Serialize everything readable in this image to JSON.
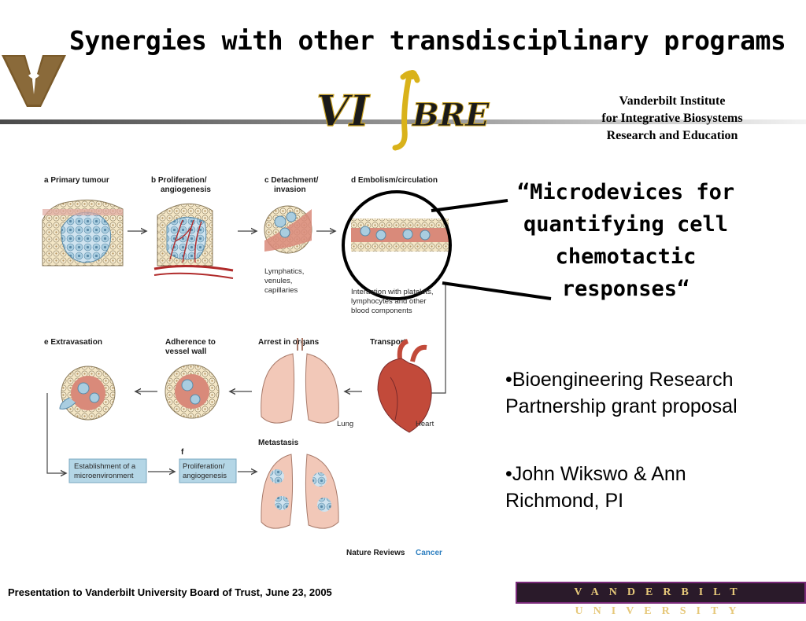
{
  "slide": {
    "title": "Synergies with other transdisciplinary programs",
    "institute": [
      "Vanderbilt Institute",
      "for Integrative Biosystems",
      "Research and Education"
    ],
    "quote": "“Microdevices for quantifying cell chemotactic responses“",
    "bullets": [
      "•Bioengineering Research Partnership grant proposal",
      "•John Wikswo & Ann Richmond, PI"
    ],
    "footer": "Presentation to Vanderbilt University Board of Trust, June 23, 2005",
    "footer_banner": "VANDERBILT UNIVERSITY",
    "logo_text": "VI∫BRE"
  },
  "diagram": {
    "panels": {
      "a": "a  Primary tumour",
      "b1": "b  Proliferation/",
      "b2": "angiogenesis",
      "c1": "c  Detachment/",
      "c2": "invasion",
      "d": "d  Embolism/circulation",
      "e": "e  Extravasation",
      "adh1": "Adherence to",
      "adh2": "vessel wall",
      "arrest": "Arrest in organs",
      "transport": "Transport",
      "metastasis": "Metastasis",
      "f": "f"
    },
    "notes": {
      "lymph1": "Lymphatics,",
      "lymph2": "venules,",
      "lymph3": "capillaries",
      "inter1": "Interaction with platelets,",
      "inter2": "lymphocytes and other",
      "inter3": "blood components",
      "lung": "Lung",
      "heart": "Heart",
      "estab1": "Establishment of a",
      "estab2": "microenvironment",
      "prolif1": "Proliferation/",
      "prolif2": "angiogenesis"
    },
    "credit_journal": "Nature Reviews",
    "credit_section": "Cancer"
  },
  "colors": {
    "accent_blue": "#2e7fc0",
    "cell_blue": "#a9cde0",
    "vessel_red": "#c0392b",
    "banner_gold": "#e6c87a"
  }
}
